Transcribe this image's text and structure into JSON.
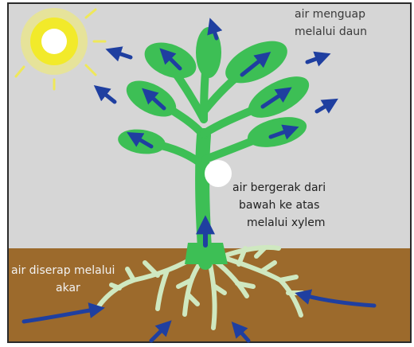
{
  "labels": {
    "top_right": [
      "air menguap",
      "melalui daun"
    ],
    "middle": [
      "air bergerak dari",
      "bawah ke atas",
      "melalui xylem"
    ],
    "bottom_left": [
      "air diserap melalui",
      "akar"
    ]
  },
  "colors": {
    "sky": "#d6d6d6",
    "soil": "#9c6a2c",
    "plant": "#3dbf55",
    "arrow": "#1f3fa0",
    "root": "#cfe8c0",
    "sun": "#f2ea2a"
  }
}
